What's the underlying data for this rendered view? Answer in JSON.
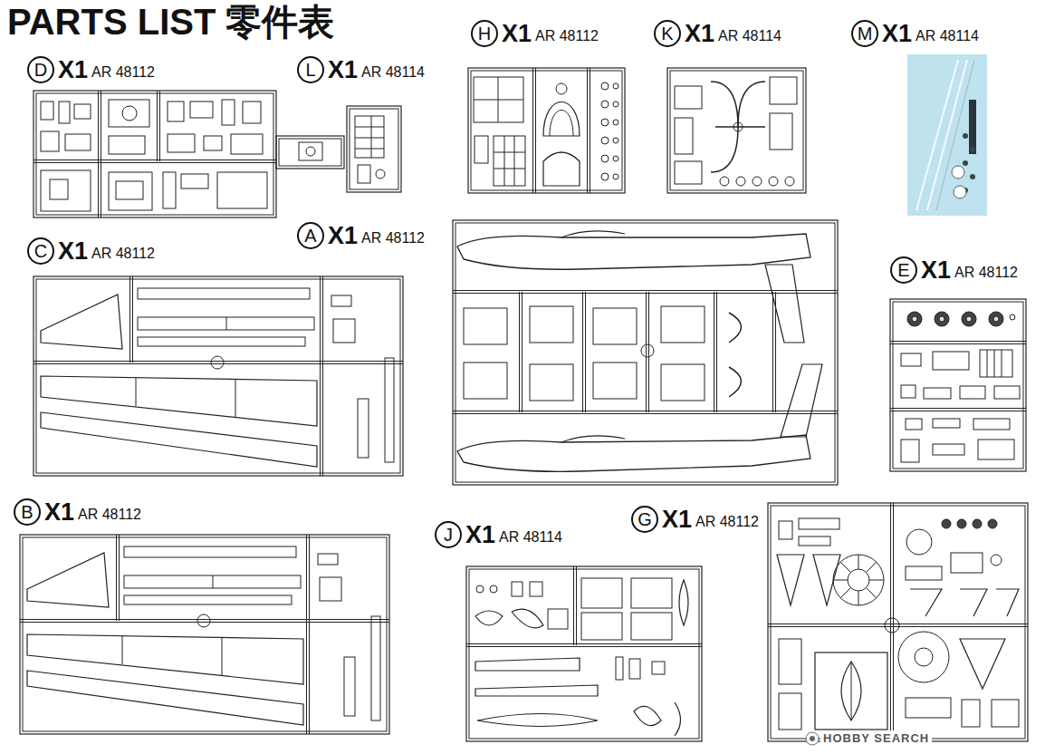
{
  "diagram": {
    "title": "PARTS LIST 零件表",
    "nodes": [
      {
        "text": [
          "D",
          "X1",
          "AR 48112"
        ]
      },
      {
        "text": [
          "L",
          "X1",
          "AR 48114"
        ]
      },
      {
        "text": [
          "H",
          "X1",
          "AR 48112"
        ]
      },
      {
        "text": [
          "K",
          "X1",
          "AR 48114"
        ]
      },
      {
        "text": [
          "M",
          "X1",
          "AR 48114"
        ]
      },
      {
        "text": [
          "C",
          "X1",
          "AR 48112"
        ]
      },
      {
        "text": [
          "A",
          "X1",
          "AR 48112"
        ]
      },
      {
        "text": [
          "E",
          "X1",
          "AR 48112"
        ]
      },
      {
        "text": [
          "B",
          "X1",
          "AR 48112"
        ]
      },
      {
        "text": [
          "J",
          "X1",
          "AR 48114"
        ]
      },
      {
        "text": [
          "G",
          "X1",
          "AR 48112"
        ]
      }
    ],
    "labels": [
      "HOBBY SEARCH"
    ]
  }
}
